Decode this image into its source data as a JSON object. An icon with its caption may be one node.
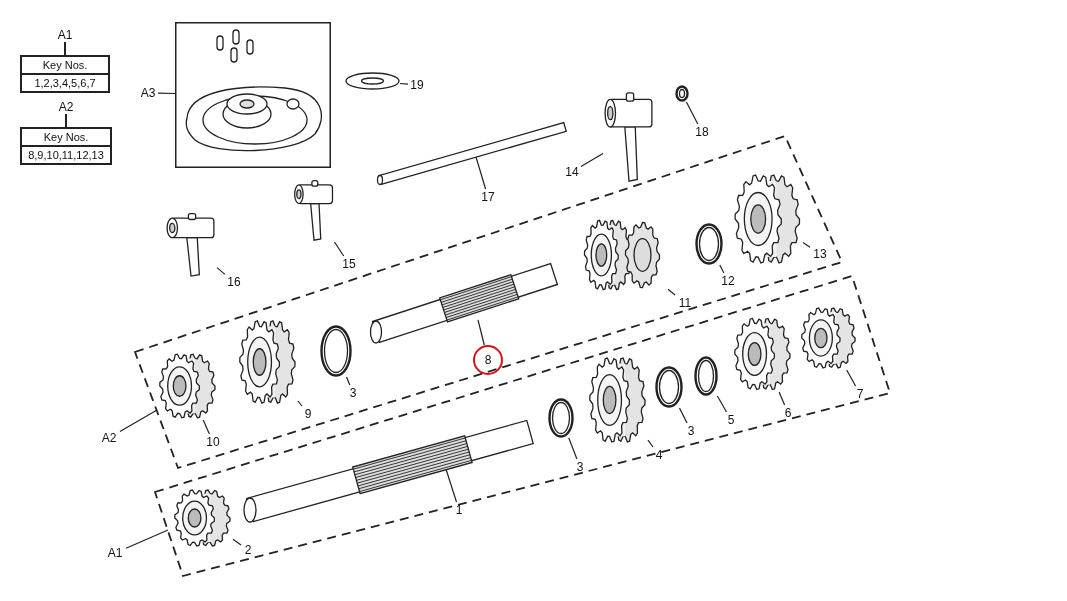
{
  "diagram": {
    "nodes": [
      {
        "text": [
          "A1",
          "Key Nos.",
          "1,2,3,4,5,6,7"
        ]
      },
      {
        "text": [
          "A2",
          "Key Nos.",
          "8,9,10,11,12,13"
        ]
      },
      {
        "text": [
          "A3"
        ]
      },
      {
        "text": [],
        "shape": "box"
      },
      {
        "text": [
          "19"
        ]
      },
      {
        "text": [],
        "shape": "picture"
      },
      {
        "text": [
          "18"
        ]
      },
      {
        "text": [],
        "shape": "picture"
      },
      {
        "text": [
          "17"
        ]
      },
      {
        "text": [],
        "shape": "picture"
      },
      {
        "text": [
          "14"
        ]
      },
      {
        "text": [],
        "shape": "picture"
      },
      {
        "text": [
          "15"
        ]
      },
      {
        "text": [],
        "shape": "picture"
      },
      {
        "text": [
          "16"
        ]
      },
      {
        "text": [],
        "shape": "picture"
      },
      {
        "text": [],
        "shape": "box"
      },
      {
        "text": [
          "A2"
        ]
      },
      {
        "text": [],
        "shape": "picture",
        "in": 16
      },
      {
        "text": [
          "8"
        ],
        "in": 16
      },
      {
        "text": [],
        "shape": "picture",
        "in": 16
      },
      {
        "text": [
          "9"
        ],
        "in": 16
      },
      {
        "text": [],
        "shape": "picture",
        "in": 16
      },
      {
        "text": [
          "3"
        ],
        "in": 16
      },
      {
        "text": [],
        "shape": "picture",
        "in": 16
      },
      {
        "text": [
          "10"
        ],
        "in": 16
      },
      {
        "text": [],
        "shape": "picture",
        "in": 16
      },
      {
        "text": [
          "11"
        ],
        "in": 16
      },
      {
        "text": [],
        "shape": "picture",
        "in": 16
      },
      {
        "text": [
          "12"
        ],
        "in": 16
      },
      {
        "text": [],
        "shape": "picture",
        "in": 16
      },
      {
        "text": [
          "13"
        ],
        "in": 16
      },
      {
        "text": [],
        "shape": "box"
      },
      {
        "text": [
          "A1"
        ]
      },
      {
        "text": [],
        "shape": "picture",
        "in": 32
      },
      {
        "text": [
          "1"
        ],
        "in": 32
      },
      {
        "text": [],
        "shape": "picture",
        "in": 32
      },
      {
        "text": [
          "2"
        ],
        "in": 32
      },
      {
        "text": [],
        "shape": "picture",
        "in": 32
      },
      {
        "text": [
          "3"
        ],
        "in": 32
      },
      {
        "text": [],
        "shape": "picture",
        "in": 32
      },
      {
        "text": [
          "4"
        ],
        "in": 32
      },
      {
        "text": [],
        "shape": "picture",
        "in": 32
      },
      {
        "text": [
          "3"
        ],
        "in": 32
      },
      {
        "text": [],
        "shape": "picture",
        "in": 32
      },
      {
        "text": [
          "5"
        ],
        "in": 32
      },
      {
        "text": [],
        "shape": "picture",
        "in": 32
      },
      {
        "text": [
          "6"
        ],
        "in": 32
      },
      {
        "text": [],
        "shape": "picture",
        "in": 32
      },
      {
        "text": [
          "7"
        ],
        "in": 32
      }
    ],
    "edges": [
      {
        "from": 2,
        "to": 3,
        "arrow": "none"
      },
      {
        "from": 4,
        "to": 5,
        "arrow": "none"
      },
      {
        "from": 6,
        "to": 7,
        "arrow": "none"
      },
      {
        "from": 8,
        "to": 9,
        "arrow": "none"
      },
      {
        "from": 10,
        "to": 11,
        "arrow": "none"
      },
      {
        "from": 12,
        "to": 13,
        "arrow": "none"
      },
      {
        "from": 14,
        "to": 15,
        "arrow": "none"
      },
      {
        "from": 17,
        "to": 16,
        "arrow": "none"
      },
      {
        "from": 19,
        "to": 18,
        "arrow": "none"
      },
      {
        "from": 21,
        "to": 20,
        "arrow": "none"
      },
      {
        "from": 23,
        "to": 22,
        "arrow": "none"
      },
      {
        "from": 25,
        "to": 24,
        "arrow": "none"
      },
      {
        "from": 27,
        "to": 26,
        "arrow": "none"
      },
      {
        "from": 29,
        "to": 28,
        "arrow": "none"
      },
      {
        "from": 31,
        "to": 30,
        "arrow": "none"
      },
      {
        "from": 33,
        "to": 32,
        "arrow": "none"
      },
      {
        "from": 35,
        "to": 34,
        "arrow": "none"
      },
      {
        "from": 37,
        "to": 36,
        "arrow": "none"
      },
      {
        "from": 39,
        "to": 38,
        "arrow": "none"
      },
      {
        "from": 41,
        "to": 40,
        "arrow": "none"
      },
      {
        "from": 43,
        "to": 42,
        "arrow": "none"
      },
      {
        "from": 45,
        "to": 44,
        "arrow": "none"
      },
      {
        "from": 47,
        "to": 46,
        "arrow": "none"
      },
      {
        "from": 49,
        "to": 48,
        "arrow": "none"
      }
    ]
  }
}
